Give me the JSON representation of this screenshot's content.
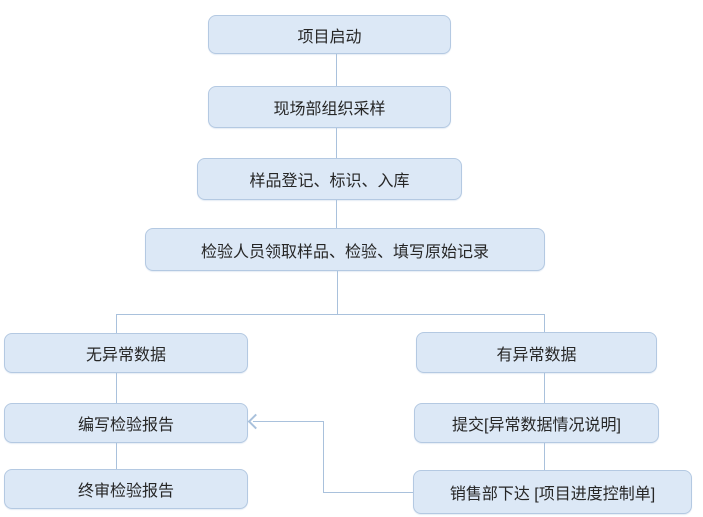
{
  "diagram": {
    "type": "flowchart",
    "title": "",
    "colors": {
      "node_fill": "#dce8f6",
      "node_border": "#b4c9e2",
      "connector": "#a9c1dc",
      "text": "#262626",
      "background": "#ffffff"
    },
    "nodes": [
      {
        "id": "project-start",
        "label": "项目启动"
      },
      {
        "id": "site-sampling",
        "label": "现场部组织采样"
      },
      {
        "id": "sample-registration",
        "label": "样品登记、标识、入库"
      },
      {
        "id": "inspection-record",
        "label": "检验人员领取样品、检验、填写原始记录"
      },
      {
        "id": "no-abnormal-data",
        "label": "无异常数据"
      },
      {
        "id": "write-report",
        "label": "编写检验报告"
      },
      {
        "id": "final-review-report",
        "label": "终审检验报告"
      },
      {
        "id": "abnormal-data",
        "label": "有异常数据"
      },
      {
        "id": "submit-abnormal-note",
        "label": "提交[异常数据情况说明]"
      },
      {
        "id": "sales-control-sheet",
        "label": "销售部下达 [项目进度控制单]"
      }
    ],
    "edges": [
      {
        "from": "project-start",
        "to": "site-sampling",
        "arrow": false
      },
      {
        "from": "site-sampling",
        "to": "sample-registration",
        "arrow": false
      },
      {
        "from": "sample-registration",
        "to": "inspection-record",
        "arrow": false
      },
      {
        "from": "inspection-record",
        "to": "no-abnormal-data",
        "arrow": false
      },
      {
        "from": "inspection-record",
        "to": "abnormal-data",
        "arrow": false
      },
      {
        "from": "no-abnormal-data",
        "to": "write-report",
        "arrow": false
      },
      {
        "from": "write-report",
        "to": "final-review-report",
        "arrow": false
      },
      {
        "from": "abnormal-data",
        "to": "submit-abnormal-note",
        "arrow": false
      },
      {
        "from": "submit-abnormal-note",
        "to": "sales-control-sheet",
        "arrow": false
      },
      {
        "from": "sales-control-sheet",
        "to": "write-report",
        "arrow": true
      }
    ]
  }
}
